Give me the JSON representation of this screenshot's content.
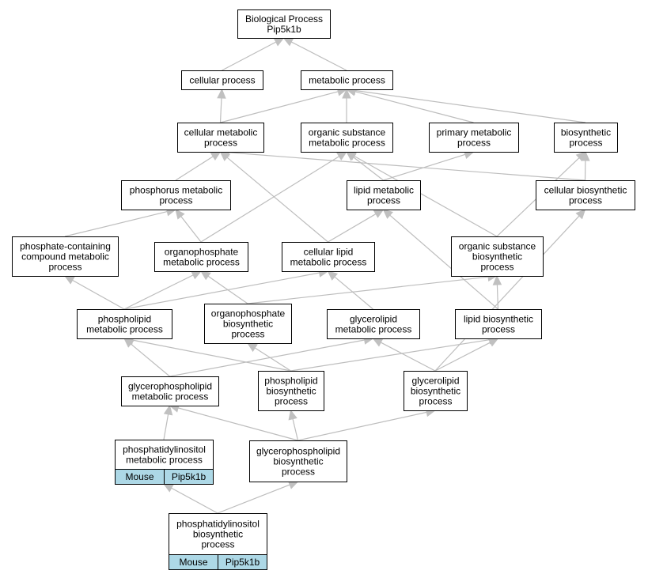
{
  "colors": {
    "node_border": "#000000",
    "node_fill": "#ffffff",
    "edge": "#bdbdbd",
    "arrowhead": "#c0c0c0",
    "annotation_fill": "#add8e6"
  },
  "nodes": [
    {
      "id": "root",
      "lines": [
        "Biological Process",
        "Pip5k1b"
      ]
    },
    {
      "id": "cellular-process",
      "lines": [
        "cellular process"
      ]
    },
    {
      "id": "metabolic-process",
      "lines": [
        "metabolic process"
      ]
    },
    {
      "id": "cellular-metabolic-process",
      "lines": [
        "cellular metabolic",
        "process"
      ]
    },
    {
      "id": "organic-substance-metabolic-process",
      "lines": [
        "organic substance",
        "metabolic process"
      ]
    },
    {
      "id": "primary-metabolic-process",
      "lines": [
        "primary metabolic",
        "process"
      ]
    },
    {
      "id": "biosynthetic-process",
      "lines": [
        "biosynthetic",
        "process"
      ]
    },
    {
      "id": "phosphorus-metabolic-process",
      "lines": [
        "phosphorus metabolic",
        "process"
      ]
    },
    {
      "id": "lipid-metabolic-process",
      "lines": [
        "lipid metabolic",
        "process"
      ]
    },
    {
      "id": "cellular-biosynthetic-process",
      "lines": [
        "cellular biosynthetic",
        "process"
      ]
    },
    {
      "id": "phosphate-containing-compound-metabolic-process",
      "lines": [
        "phosphate-containing",
        "compound metabolic",
        "process"
      ]
    },
    {
      "id": "organophosphate-metabolic-process",
      "lines": [
        "organophosphate",
        "metabolic process"
      ]
    },
    {
      "id": "cellular-lipid-metabolic-process",
      "lines": [
        "cellular lipid",
        "metabolic process"
      ]
    },
    {
      "id": "organic-substance-biosynthetic-process",
      "lines": [
        "organic substance",
        "biosynthetic",
        "process"
      ]
    },
    {
      "id": "phospholipid-metabolic-process",
      "lines": [
        "phospholipid",
        "metabolic process"
      ]
    },
    {
      "id": "organophosphate-biosynthetic-process",
      "lines": [
        "organophosphate",
        "biosynthetic",
        "process"
      ]
    },
    {
      "id": "glycerolipid-metabolic-process",
      "lines": [
        "glycerolipid",
        "metabolic process"
      ]
    },
    {
      "id": "lipid-biosynthetic-process",
      "lines": [
        "lipid biosynthetic",
        "process"
      ]
    },
    {
      "id": "glycerophospholipid-metabolic-process",
      "lines": [
        "glycerophospholipid",
        "metabolic process"
      ]
    },
    {
      "id": "phospholipid-biosynthetic-process",
      "lines": [
        "phospholipid",
        "biosynthetic",
        "process"
      ]
    },
    {
      "id": "glycerolipid-biosynthetic-process",
      "lines": [
        "glycerolipid",
        "biosynthetic",
        "process"
      ]
    },
    {
      "id": "phosphatidylinositol-metabolic-process",
      "lines": [
        "phosphatidylinositol",
        "metabolic process"
      ],
      "annotation": [
        "Mouse",
        "Pip5k1b"
      ]
    },
    {
      "id": "glycerophospholipid-biosynthetic-process",
      "lines": [
        "glycerophospholipid",
        "biosynthetic",
        "process"
      ]
    },
    {
      "id": "phosphatidylinositol-biosynthetic-process",
      "lines": [
        "phosphatidylinositol",
        "biosynthetic",
        "process"
      ],
      "annotation": [
        "Mouse",
        "Pip5k1b"
      ]
    }
  ],
  "edges": [
    {
      "from": "cellular-process",
      "to": "root"
    },
    {
      "from": "metabolic-process",
      "to": "root"
    },
    {
      "from": "cellular-metabolic-process",
      "to": "cellular-process"
    },
    {
      "from": "cellular-metabolic-process",
      "to": "metabolic-process"
    },
    {
      "from": "organic-substance-metabolic-process",
      "to": "metabolic-process"
    },
    {
      "from": "primary-metabolic-process",
      "to": "metabolic-process"
    },
    {
      "from": "biosynthetic-process",
      "to": "metabolic-process"
    },
    {
      "from": "phosphorus-metabolic-process",
      "to": "cellular-metabolic-process"
    },
    {
      "from": "lipid-metabolic-process",
      "to": "organic-substance-metabolic-process"
    },
    {
      "from": "lipid-metabolic-process",
      "to": "primary-metabolic-process"
    },
    {
      "from": "cellular-biosynthetic-process",
      "to": "cellular-metabolic-process"
    },
    {
      "from": "cellular-biosynthetic-process",
      "to": "biosynthetic-process"
    },
    {
      "from": "phosphate-containing-compound-metabolic-process",
      "to": "phosphorus-metabolic-process"
    },
    {
      "from": "organophosphate-metabolic-process",
      "to": "phosphorus-metabolic-process"
    },
    {
      "from": "organophosphate-metabolic-process",
      "to": "organic-substance-metabolic-process"
    },
    {
      "from": "cellular-lipid-metabolic-process",
      "to": "cellular-metabolic-process"
    },
    {
      "from": "cellular-lipid-metabolic-process",
      "to": "lipid-metabolic-process"
    },
    {
      "from": "organic-substance-biosynthetic-process",
      "to": "organic-substance-metabolic-process"
    },
    {
      "from": "organic-substance-biosynthetic-process",
      "to": "biosynthetic-process"
    },
    {
      "from": "phospholipid-metabolic-process",
      "to": "phosphate-containing-compound-metabolic-process"
    },
    {
      "from": "phospholipid-metabolic-process",
      "to": "organophosphate-metabolic-process"
    },
    {
      "from": "phospholipid-metabolic-process",
      "to": "cellular-lipid-metabolic-process"
    },
    {
      "from": "organophosphate-biosynthetic-process",
      "to": "organophosphate-metabolic-process"
    },
    {
      "from": "organophosphate-biosynthetic-process",
      "to": "organic-substance-biosynthetic-process"
    },
    {
      "from": "glycerolipid-metabolic-process",
      "to": "cellular-lipid-metabolic-process"
    },
    {
      "from": "lipid-biosynthetic-process",
      "to": "lipid-metabolic-process"
    },
    {
      "from": "lipid-biosynthetic-process",
      "to": "organic-substance-biosynthetic-process"
    },
    {
      "from": "glycerophospholipid-metabolic-process",
      "to": "phospholipid-metabolic-process"
    },
    {
      "from": "glycerophospholipid-metabolic-process",
      "to": "glycerolipid-metabolic-process"
    },
    {
      "from": "phospholipid-biosynthetic-process",
      "to": "phospholipid-metabolic-process"
    },
    {
      "from": "phospholipid-biosynthetic-process",
      "to": "organophosphate-biosynthetic-process"
    },
    {
      "from": "phospholipid-biosynthetic-process",
      "to": "lipid-biosynthetic-process"
    },
    {
      "from": "glycerolipid-biosynthetic-process",
      "to": "glycerolipid-metabolic-process"
    },
    {
      "from": "glycerolipid-biosynthetic-process",
      "to": "lipid-biosynthetic-process"
    },
    {
      "from": "glycerolipid-biosynthetic-process",
      "to": "cellular-biosynthetic-process"
    },
    {
      "from": "phosphatidylinositol-metabolic-process",
      "to": "glycerophospholipid-metabolic-process"
    },
    {
      "from": "glycerophospholipid-biosynthetic-process",
      "to": "glycerophospholipid-metabolic-process"
    },
    {
      "from": "glycerophospholipid-biosynthetic-process",
      "to": "phospholipid-biosynthetic-process"
    },
    {
      "from": "glycerophospholipid-biosynthetic-process",
      "to": "glycerolipid-biosynthetic-process"
    },
    {
      "from": "phosphatidylinositol-biosynthetic-process",
      "to": "phosphatidylinositol-metabolic-process"
    },
    {
      "from": "phosphatidylinositol-biosynthetic-process",
      "to": "glycerophospholipid-biosynthetic-process"
    }
  ]
}
